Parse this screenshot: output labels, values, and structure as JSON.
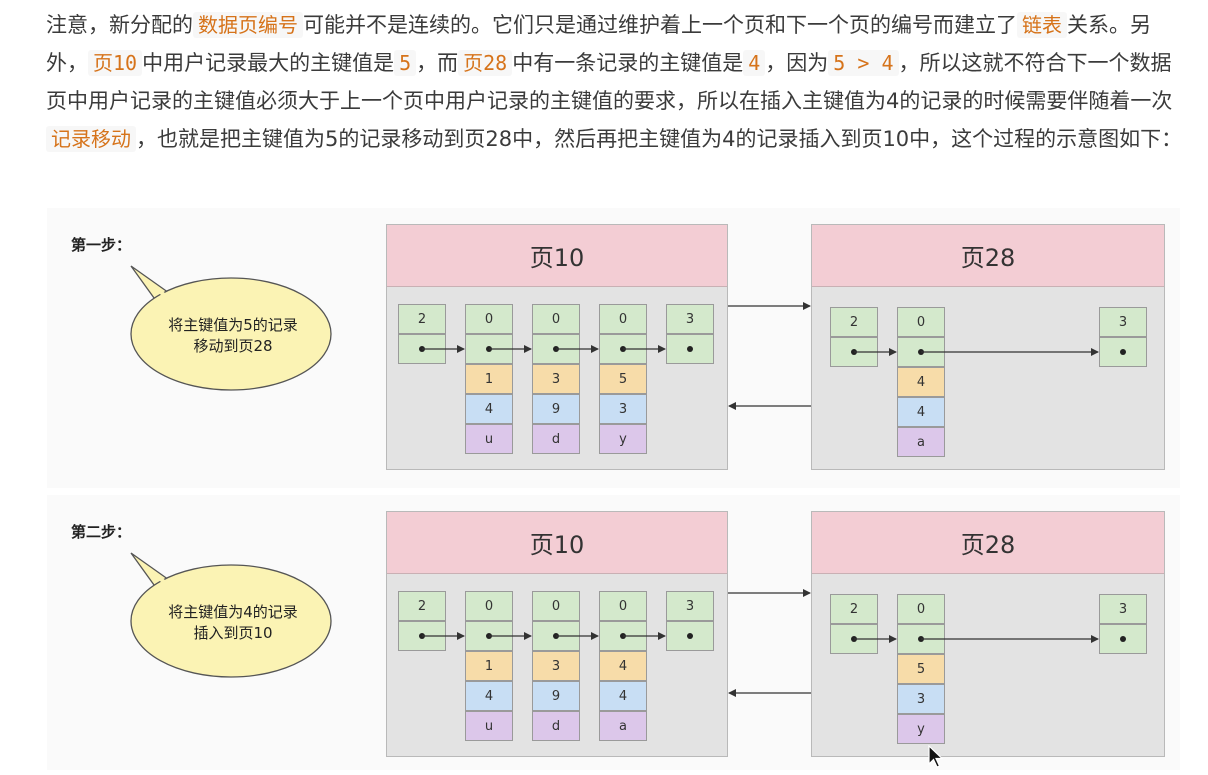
{
  "paragraph": {
    "s1": "注意，新分配的",
    "h1": "数据页编号",
    "s2": "可能并不是连续的。它们只是通过维护着上一个页和下一个页的编号而建立了",
    "h2": "链表",
    "s3": "关系。另外，",
    "h3": "页10",
    "s4": "中用户记录最大的主键值是",
    "h4": "5",
    "s5": "，而",
    "h5": "页28",
    "s6": "中有一条记录的主键值是",
    "h6": "4",
    "s7": "，因为",
    "h7": "5 > 4",
    "s8": "，所以这就不符合下一个数据页中用户记录的主键值必须大于上一个页中用户记录的主键值的要求，所以在插入主键值为4的记录的时候需要伴随着一次",
    "h8": "记录移动",
    "s9": "，也就是把主键值为5的记录移动到页28中，然后再把主键值为4的记录插入到页10中，这个过程的示意图如下："
  },
  "colors": {
    "highlight": "#d6731a",
    "page_header": "#f3cdd4",
    "page_body": "#e3e3e3",
    "cell_green": "#d4e9cc",
    "cell_orange": "#f7dca9",
    "cell_blue": "#c8def4",
    "cell_purple": "#dcc7ea",
    "bubble": "#fbf3b4"
  },
  "steps": [
    {
      "title": "第一步：",
      "bubble_lines": [
        "将主键值为5的记录",
        "移动到页28"
      ],
      "left_page": {
        "title": "页10",
        "records": [
          {
            "top": "2",
            "fields": []
          },
          {
            "top": "0",
            "fields": [
              "1",
              "4",
              "u"
            ]
          },
          {
            "top": "0",
            "fields": [
              "3",
              "9",
              "d"
            ]
          },
          {
            "top": "0",
            "fields": [
              "5",
              "3",
              "y"
            ]
          },
          {
            "top": "3",
            "fields": []
          }
        ]
      },
      "right_page": {
        "title": "页28",
        "records": [
          {
            "top": "2",
            "fields": []
          },
          {
            "top": "0",
            "fields": [
              "4",
              "4",
              "a"
            ]
          },
          {
            "top": "3",
            "fields": []
          }
        ]
      }
    },
    {
      "title": "第二步：",
      "bubble_lines": [
        "将主键值为4的记录",
        "插入到页10"
      ],
      "left_page": {
        "title": "页10",
        "records": [
          {
            "top": "2",
            "fields": []
          },
          {
            "top": "0",
            "fields": [
              "1",
              "4",
              "u"
            ]
          },
          {
            "top": "0",
            "fields": [
              "3",
              "9",
              "d"
            ]
          },
          {
            "top": "0",
            "fields": [
              "4",
              "4",
              "a"
            ]
          },
          {
            "top": "3",
            "fields": []
          }
        ]
      },
      "right_page": {
        "title": "页28",
        "records": [
          {
            "top": "2",
            "fields": []
          },
          {
            "top": "0",
            "fields": [
              "5",
              "3",
              "y"
            ]
          },
          {
            "top": "3",
            "fields": []
          }
        ]
      }
    }
  ]
}
